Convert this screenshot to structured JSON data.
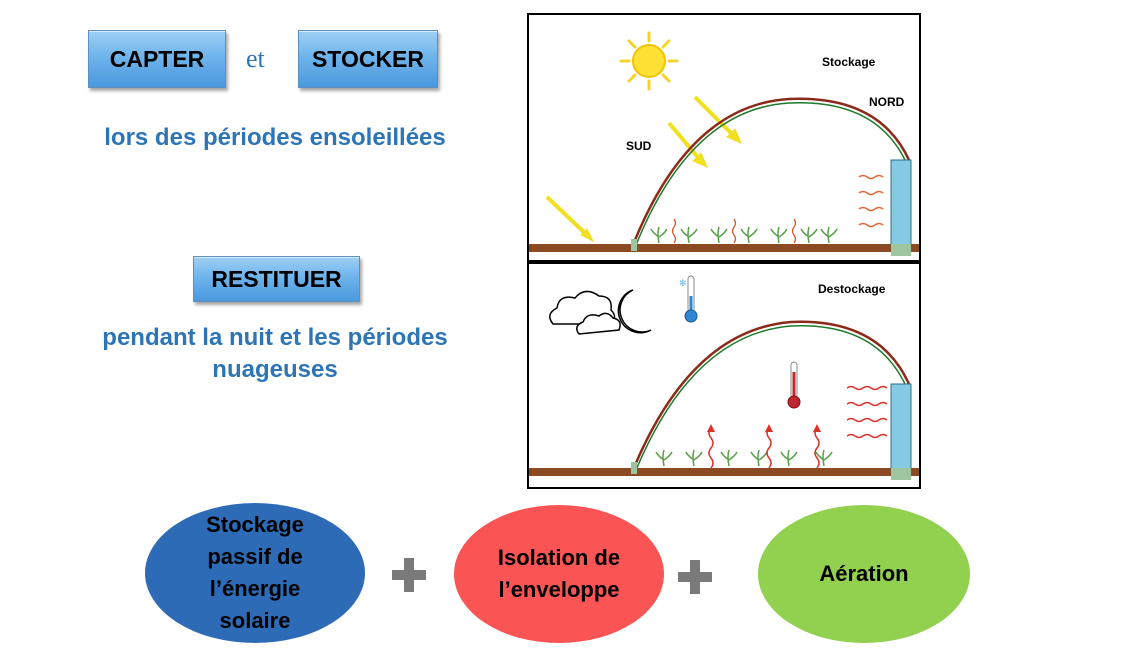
{
  "left": {
    "capter_label": "CAPTER",
    "et_label": "et",
    "stocker_label": "STOCKER",
    "sunny_text": "lors des périodes ensoleillées",
    "restituer_label": "RESTITUER",
    "night_text_line1": "pendant la nuit et les périodes",
    "night_text_line2": "nuageuses"
  },
  "top_panel": {
    "stockage_label": "Stockage",
    "nord_label": "NORD",
    "sud_label": "SUD",
    "icons": [
      "sun-icon",
      "sun-ray-arrow-icon",
      "heat-wave-icon",
      "plant-icon",
      "thermal-wall-icon"
    ]
  },
  "bottom_panel": {
    "destockage_label": "Destockage",
    "icons": [
      "cloud-icon",
      "moon-icon",
      "cold-thermometer-icon",
      "hot-thermometer-icon",
      "heat-wave-icon",
      "plant-icon",
      "thermal-wall-icon"
    ]
  },
  "bottom": {
    "oval1_text": "Stockage passif de l’énergie solaire",
    "oval2_text": "Isolation de l’enveloppe",
    "oval3_text": "Aération",
    "colors": {
      "oval1": "#2e6bb6",
      "oval2": "#fb5454",
      "oval3": "#92d050",
      "text_blue": "#2e75b6",
      "plus": "#7a7a7a"
    }
  }
}
